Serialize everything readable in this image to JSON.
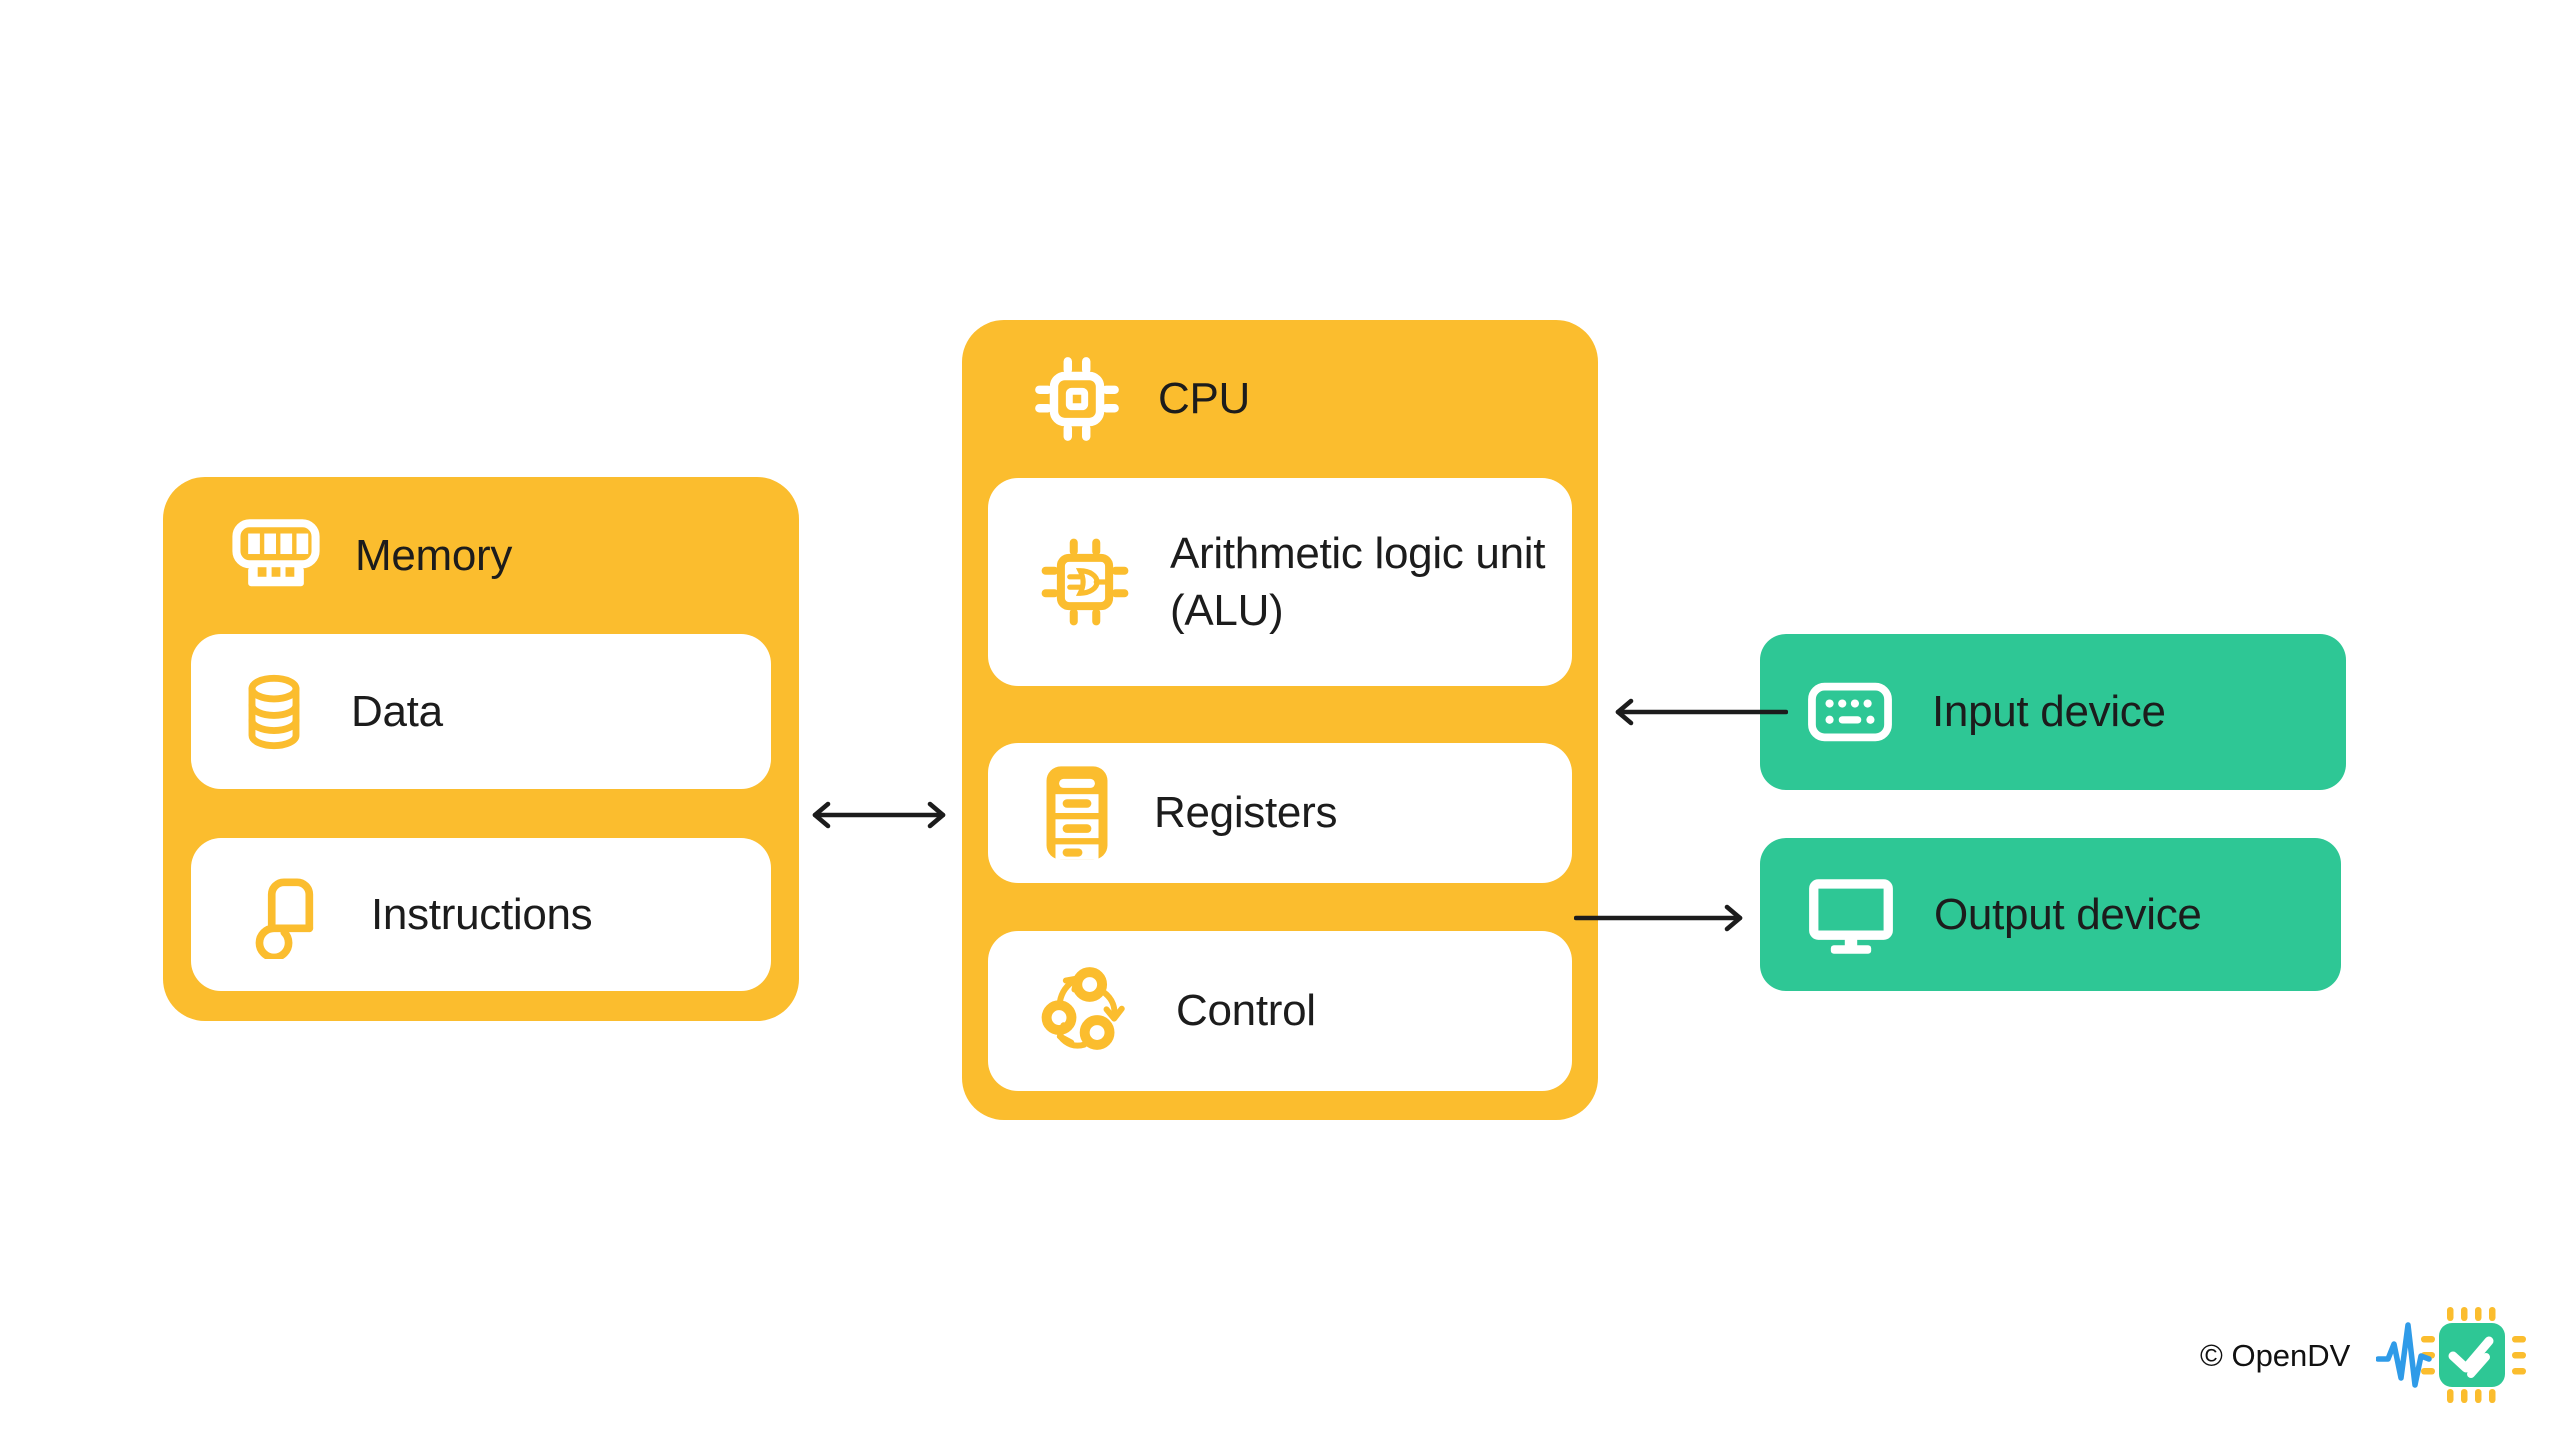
{
  "colors": {
    "yellow": "#FBBD2E",
    "green": "#2EC795",
    "ink": "#1C1C1C",
    "blue": "#2F9BE8"
  },
  "diagram": {
    "memory": {
      "title": "Memory",
      "icon": "ram-icon",
      "rows": [
        {
          "label": "Data",
          "icon": "database-icon"
        },
        {
          "label": "Instructions",
          "icon": "scroll-icon"
        }
      ]
    },
    "cpu": {
      "title": "CPU",
      "icon": "cpu-chip-icon",
      "rows": [
        {
          "label": "Arithmetic logic unit (ALU)",
          "icon": "alu-gate-chip-icon"
        },
        {
          "label": "Registers",
          "icon": "register-stack-icon"
        },
        {
          "label": "Control",
          "icon": "control-cycle-icon"
        }
      ]
    },
    "devices": [
      {
        "label": "Input device",
        "icon": "keyboard-icon"
      },
      {
        "label": "Output device",
        "icon": "monitor-icon"
      }
    ],
    "connections": [
      {
        "from": "Memory",
        "to": "CPU",
        "direction": "bidirectional"
      },
      {
        "from": "Input device",
        "to": "CPU",
        "direction": "one-way"
      },
      {
        "from": "CPU",
        "to": "Output device",
        "direction": "one-way"
      }
    ]
  },
  "footer": {
    "credit": "© OpenDV",
    "logo": "opendv-chip-logo"
  }
}
